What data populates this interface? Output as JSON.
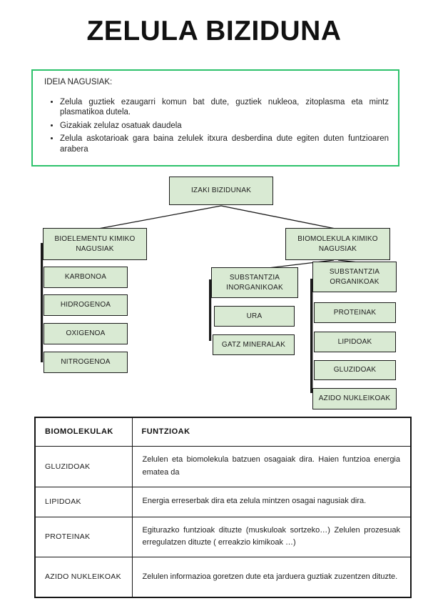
{
  "page": {
    "title": "ZELULA BIZIDUNA"
  },
  "ideas": {
    "heading": "IDEIA NAGUSIAK:",
    "bullets": [
      "Zelula guztiek ezaugarri komun bat dute, guztiek nukleoa, zitoplasma eta mintz plasmatikoa dutela.",
      "Gizakiak zelulaz osatuak daudela",
      "Zelula askotarioak gara baina zelulek itxura desberdina dute egiten duten funtzioaren arabera"
    ]
  },
  "diagram": {
    "root": "IZAKI BIZIDUNAK",
    "left_branch": {
      "title": "BIOELEMENTU KIMIKO NAGUSIAK",
      "items": [
        "KARBONOA",
        "HIDROGENOA",
        "OXIGENOA",
        "NITROGENOA"
      ]
    },
    "right_branch": {
      "title": "BIOMOLEKULA KIMIKO NAGUSIAK",
      "inorganic": {
        "title": "SUBSTANTZIA INORGANIKOAK",
        "items": [
          "URA",
          "GATZ MINERALAK"
        ]
      },
      "organic": {
        "title": "SUBSTANTZIA ORGANIKOAK",
        "items": [
          "PROTEINAK",
          "LIPIDOAK",
          "GLUZIDOAK",
          "AZIDO NUKLEIKOAK"
        ]
      }
    }
  },
  "table": {
    "headers": [
      "BIOMOLEKULAK",
      "FUNTZIOAK"
    ],
    "rows": [
      {
        "name": "GLUZIDOAK",
        "function": "Zelulen eta biomolekula batzuen osagaiak dira. Haien funtzioa energia ematea da"
      },
      {
        "name": "LIPIDOAK",
        "function": "Energia erreserbak dira eta zelula mintzen osagai nagusiak dira."
      },
      {
        "name": "PROTEINAK",
        "function": "Egiturazko funtzioak dituzte (muskuloak sortzeko…) Zelulen prozesuak erregulatzen dituzte ( erreakzio kimikoak …)"
      },
      {
        "name": "AZIDO NUKLEIKOAK",
        "function": "Zelulen informazioa goretzen dute eta jarduera guztiak zuzentzen dituzte."
      }
    ]
  },
  "colors": {
    "idea_box_border": "#2dc26b",
    "diagram_box_fill": "#d9ead3",
    "line_color": "#1a1a1a"
  }
}
